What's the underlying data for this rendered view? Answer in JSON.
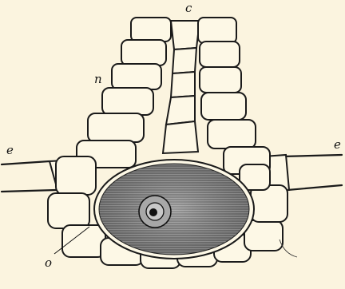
{
  "figure": {
    "labels": {
      "c": "c",
      "n": "n",
      "e_left": "e",
      "e_right": "e",
      "o": "o"
    },
    "colors": {
      "paper": "#fbf4df",
      "ink": "#1a1a1a",
      "egg_fill": "#8a8a8a"
    }
  }
}
